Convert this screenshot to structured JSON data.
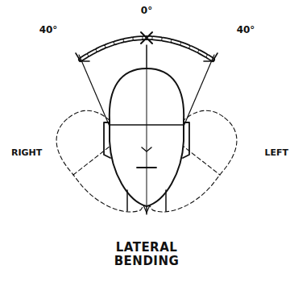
{
  "diagram": {
    "caption": "LATERAL BENDING",
    "labels": [
      "0°",
      "40°",
      "40°",
      "RIGHT",
      "LEFT"
    ]
  }
}
